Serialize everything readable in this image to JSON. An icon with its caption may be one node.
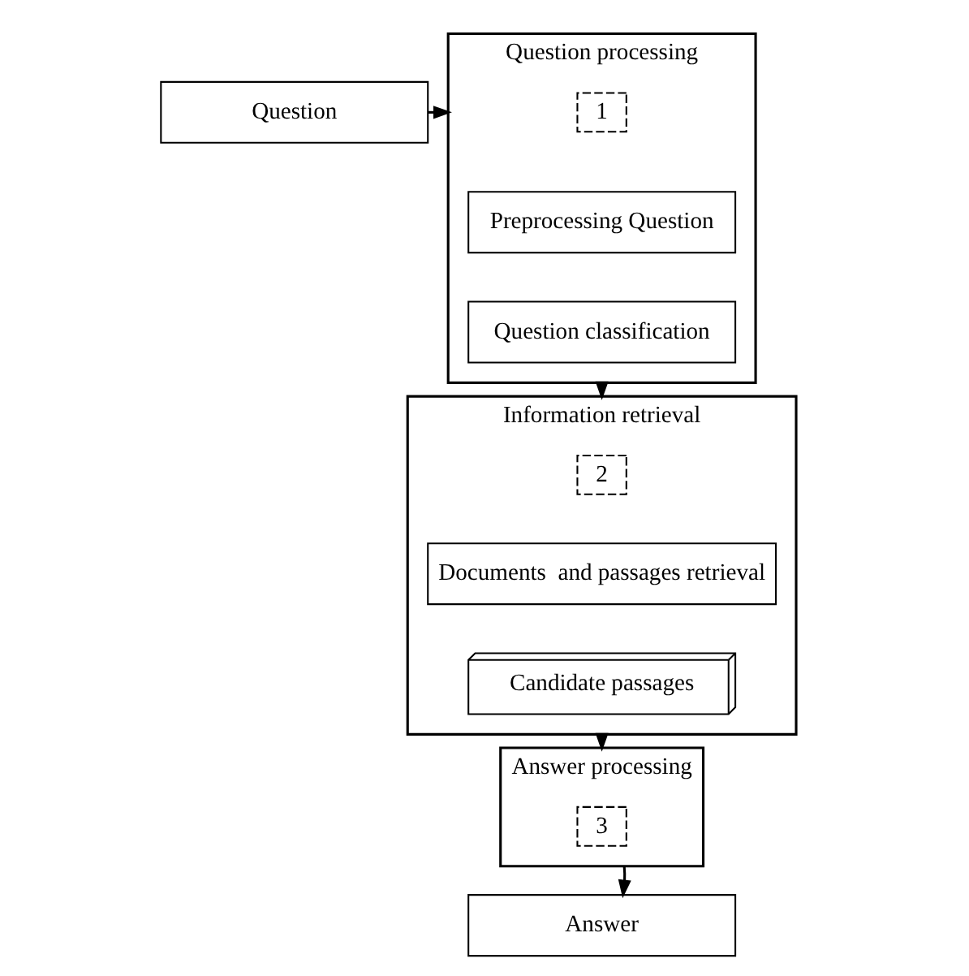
{
  "diagram": {
    "nodes": [
      {
        "text": [
          "Question"
        ]
      },
      {
        "text": [
          "Question processing"
        ]
      },
      {
        "text": [
          "1"
        ],
        "in": 1
      },
      {
        "text": [
          "Preprocessing Question"
        ],
        "in": 1
      },
      {
        "text": [
          "Question classification"
        ],
        "in": 1
      },
      {
        "text": [
          "Information retrieval"
        ]
      },
      {
        "text": [
          "2"
        ],
        "in": 5
      },
      {
        "text": [
          "Documents  and passages retrieval"
        ],
        "in": 5
      },
      {
        "text": [
          "Candidate passages"
        ],
        "in": 5
      },
      {
        "text": [
          "Answer processing"
        ]
      },
      {
        "text": [
          "3"
        ],
        "in": 9
      },
      {
        "text": [
          "Answer"
        ]
      }
    ],
    "edges": [
      {
        "from": 0,
        "to": 1,
        "arrow": "to"
      },
      {
        "from": 1,
        "to": 5,
        "arrow": "to"
      },
      {
        "from": 5,
        "to": 9,
        "arrow": "to"
      },
      {
        "from": 9,
        "to": 11,
        "arrow": "to"
      }
    ]
  }
}
